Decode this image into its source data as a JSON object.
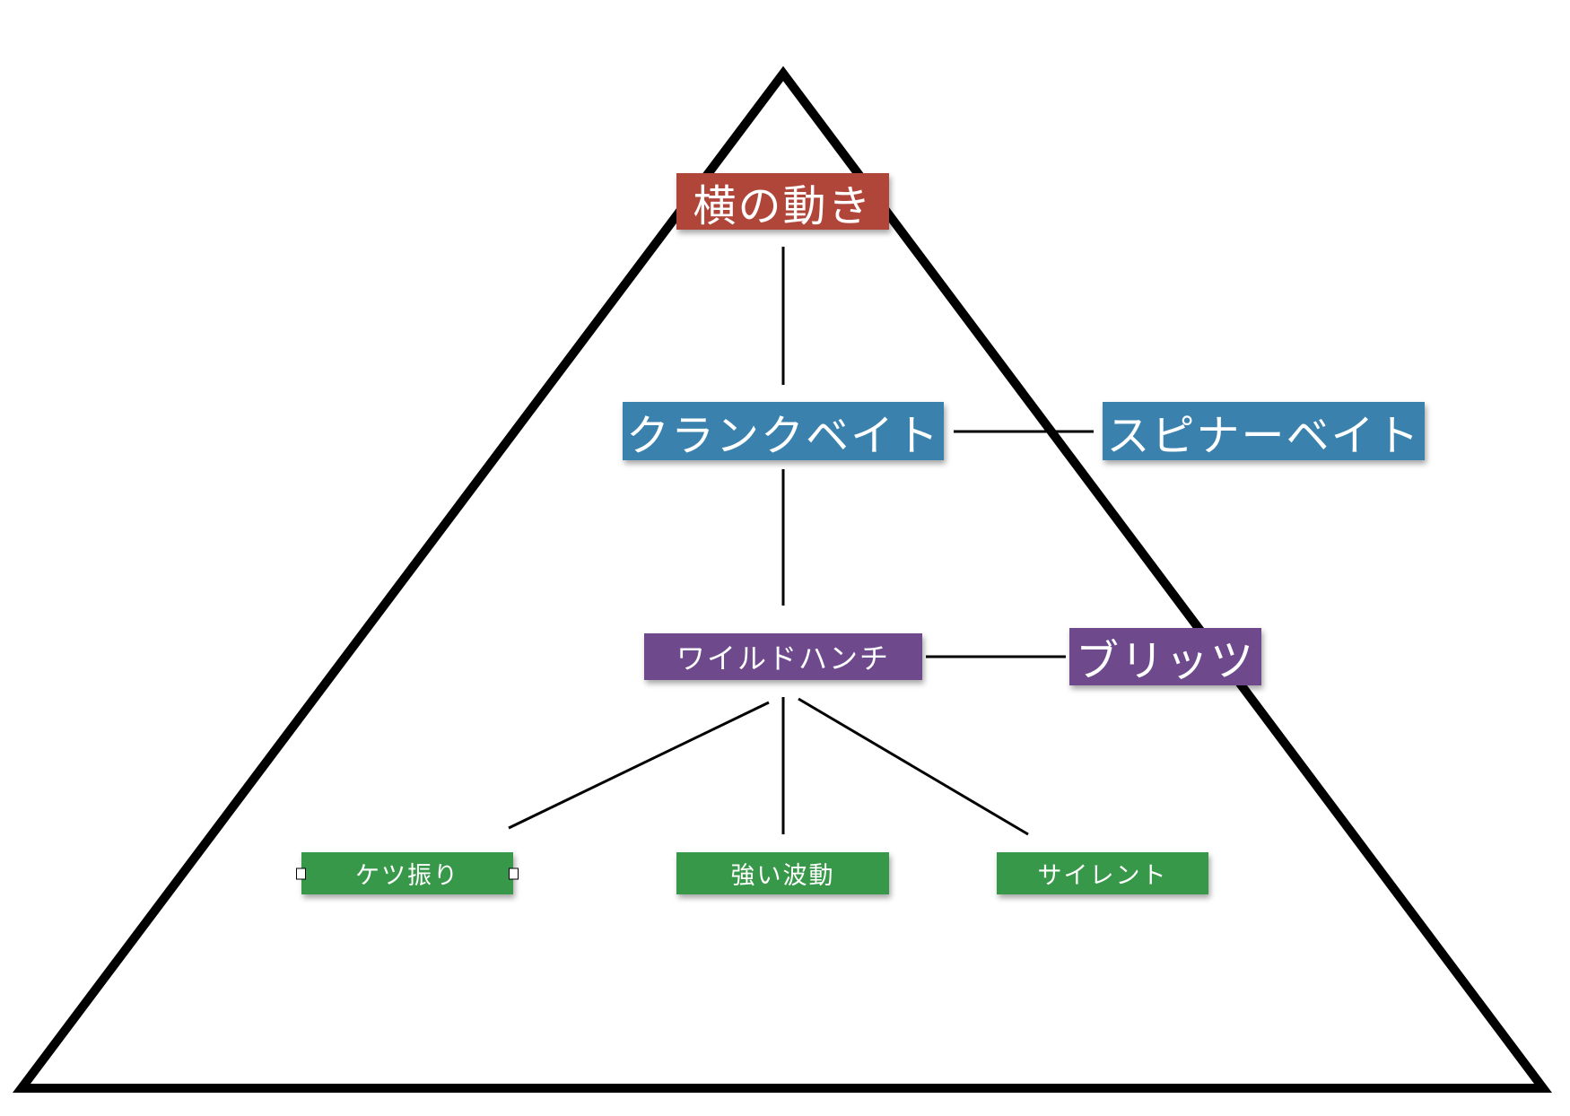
{
  "diagram": {
    "top": {
      "label": "横の動き",
      "color": "#b0453a"
    },
    "level2": [
      {
        "label": "クランクベイト",
        "color": "#3a82ad"
      },
      {
        "label": "スピナーベイト",
        "color": "#3a82ad"
      }
    ],
    "level3": [
      {
        "label": "ワイルドハンチ",
        "color": "#6e4a8c"
      },
      {
        "label": "ブリッツ",
        "color": "#6e4a8c"
      }
    ],
    "level4": [
      {
        "label": "ケツ振り",
        "color": "#38984a"
      },
      {
        "label": "強い波動",
        "color": "#38984a"
      },
      {
        "label": "サイレント",
        "color": "#38984a"
      }
    ]
  }
}
